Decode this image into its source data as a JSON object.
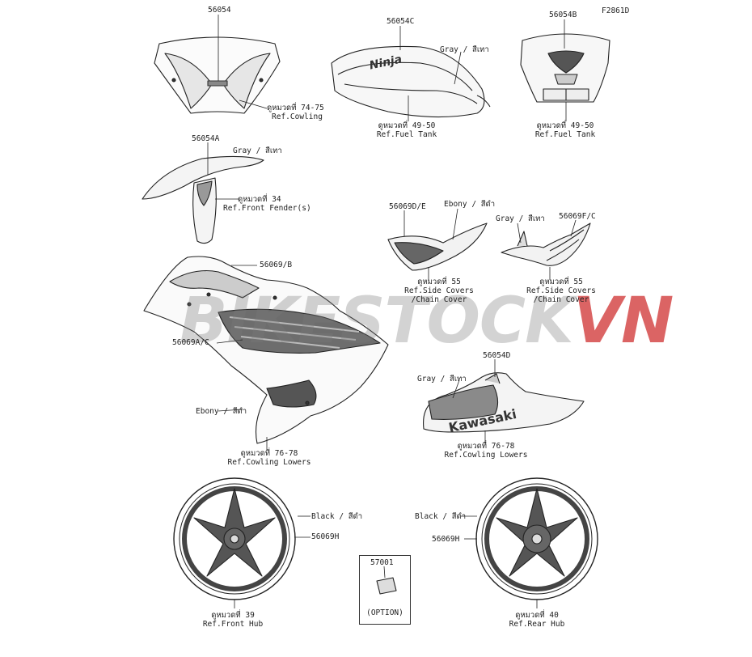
{
  "figure_code": "F2861D",
  "watermark": {
    "text": "BIKESTOCK",
    "accent": "VN"
  },
  "parts": {
    "p56054": "56054",
    "p56054A": "56054A",
    "p56054B": "56054B",
    "p56054C": "56054C",
    "p56054D": "56054D",
    "p56069B": "56069/B",
    "p56069AC": "56069A/C",
    "p56069DE": "56069D/E",
    "p56069FC": "56069F/C",
    "p56069H_left": "56069H",
    "p56069H_right": "56069H",
    "p57001": "57001"
  },
  "colors": {
    "gray_windshield": "Gray / สีเทา",
    "gray_fender": "Gray / สีเทา",
    "gray_sidecover": "Gray / สีเทา",
    "gray_lower": "Gray / สีเทา",
    "ebony_sidecover": "Ebony / สีดำ",
    "ebony_cowling": "Ebony / สีดำ",
    "black_front": "Black / สีดำ",
    "black_rear": "Black / สีดำ"
  },
  "refs": {
    "cowling_top": {
      "th": "ดูหมวดที่ 74-75",
      "en": "Ref.Cowling"
    },
    "fuel_tank": {
      "th": "ดูหมวดที่ 49-50",
      "en": "Ref.Fuel Tank"
    },
    "fuel_tank_b": {
      "th": "ดูหมวดที่ 49-50",
      "en": "Ref.Fuel Tank"
    },
    "front_fender": {
      "th": "ดูหมวดที่ 34",
      "en": "Ref.Front Fender(s)"
    },
    "side_covers_left": {
      "th": "ดูหมวดที่ 55",
      "en1": "Ref.Side Covers",
      "en2": "/Chain Cover"
    },
    "side_covers_right": {
      "th": "ดูหมวดที่ 55",
      "en1": "Ref.Side Covers",
      "en2": "/Chain Cover"
    },
    "cowling_lowers_left": {
      "th": "ดูหมวดที่ 76-78",
      "en": "Ref.Cowling Lowers"
    },
    "cowling_lowers_right": {
      "th": "ดูหมวดที่ 76-78",
      "en": "Ref.Cowling Lowers"
    },
    "front_hub": {
      "th": "ดูหมวดที่ 39",
      "en": "Ref.Front Hub"
    },
    "rear_hub": {
      "th": "ดูหมวดที่ 40",
      "en": "Ref.Rear Hub"
    }
  },
  "decal_text": {
    "tank": "Ninja",
    "lower": "Kawasaki"
  },
  "option_label": "(OPTION)"
}
